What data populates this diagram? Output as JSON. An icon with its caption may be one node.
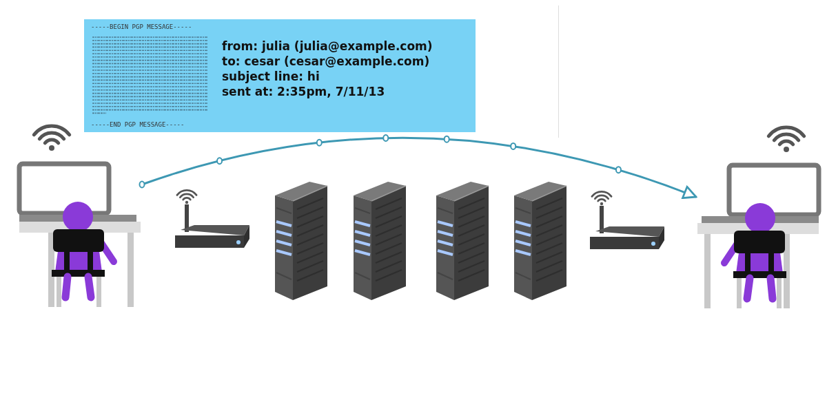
{
  "diagram": {
    "nodes": [
      {
        "text": [
          "-----BEGIN PGP MESSAGE-----",
          "-----END PGP MESSAGE-----",
          "from: julia (julia@example.com)",
          "to: cesar (cesar@example.com)",
          "subject line: hi",
          "sent at: 2:35pm, 7/11/13"
        ]
      },
      {
        "text": [],
        "shape": "picture"
      },
      {
        "text": [],
        "shape": "picture"
      },
      {
        "text": [],
        "shape": "picture"
      },
      {
        "text": [],
        "shape": "picture"
      },
      {
        "text": [],
        "shape": "picture"
      },
      {
        "text": [],
        "shape": "picture"
      },
      {
        "text": [],
        "shape": "picture"
      },
      {
        "text": [],
        "shape": "picture"
      }
    ],
    "edges": [
      {
        "from": 1,
        "to": 8,
        "arrow": "to"
      }
    ]
  }
}
